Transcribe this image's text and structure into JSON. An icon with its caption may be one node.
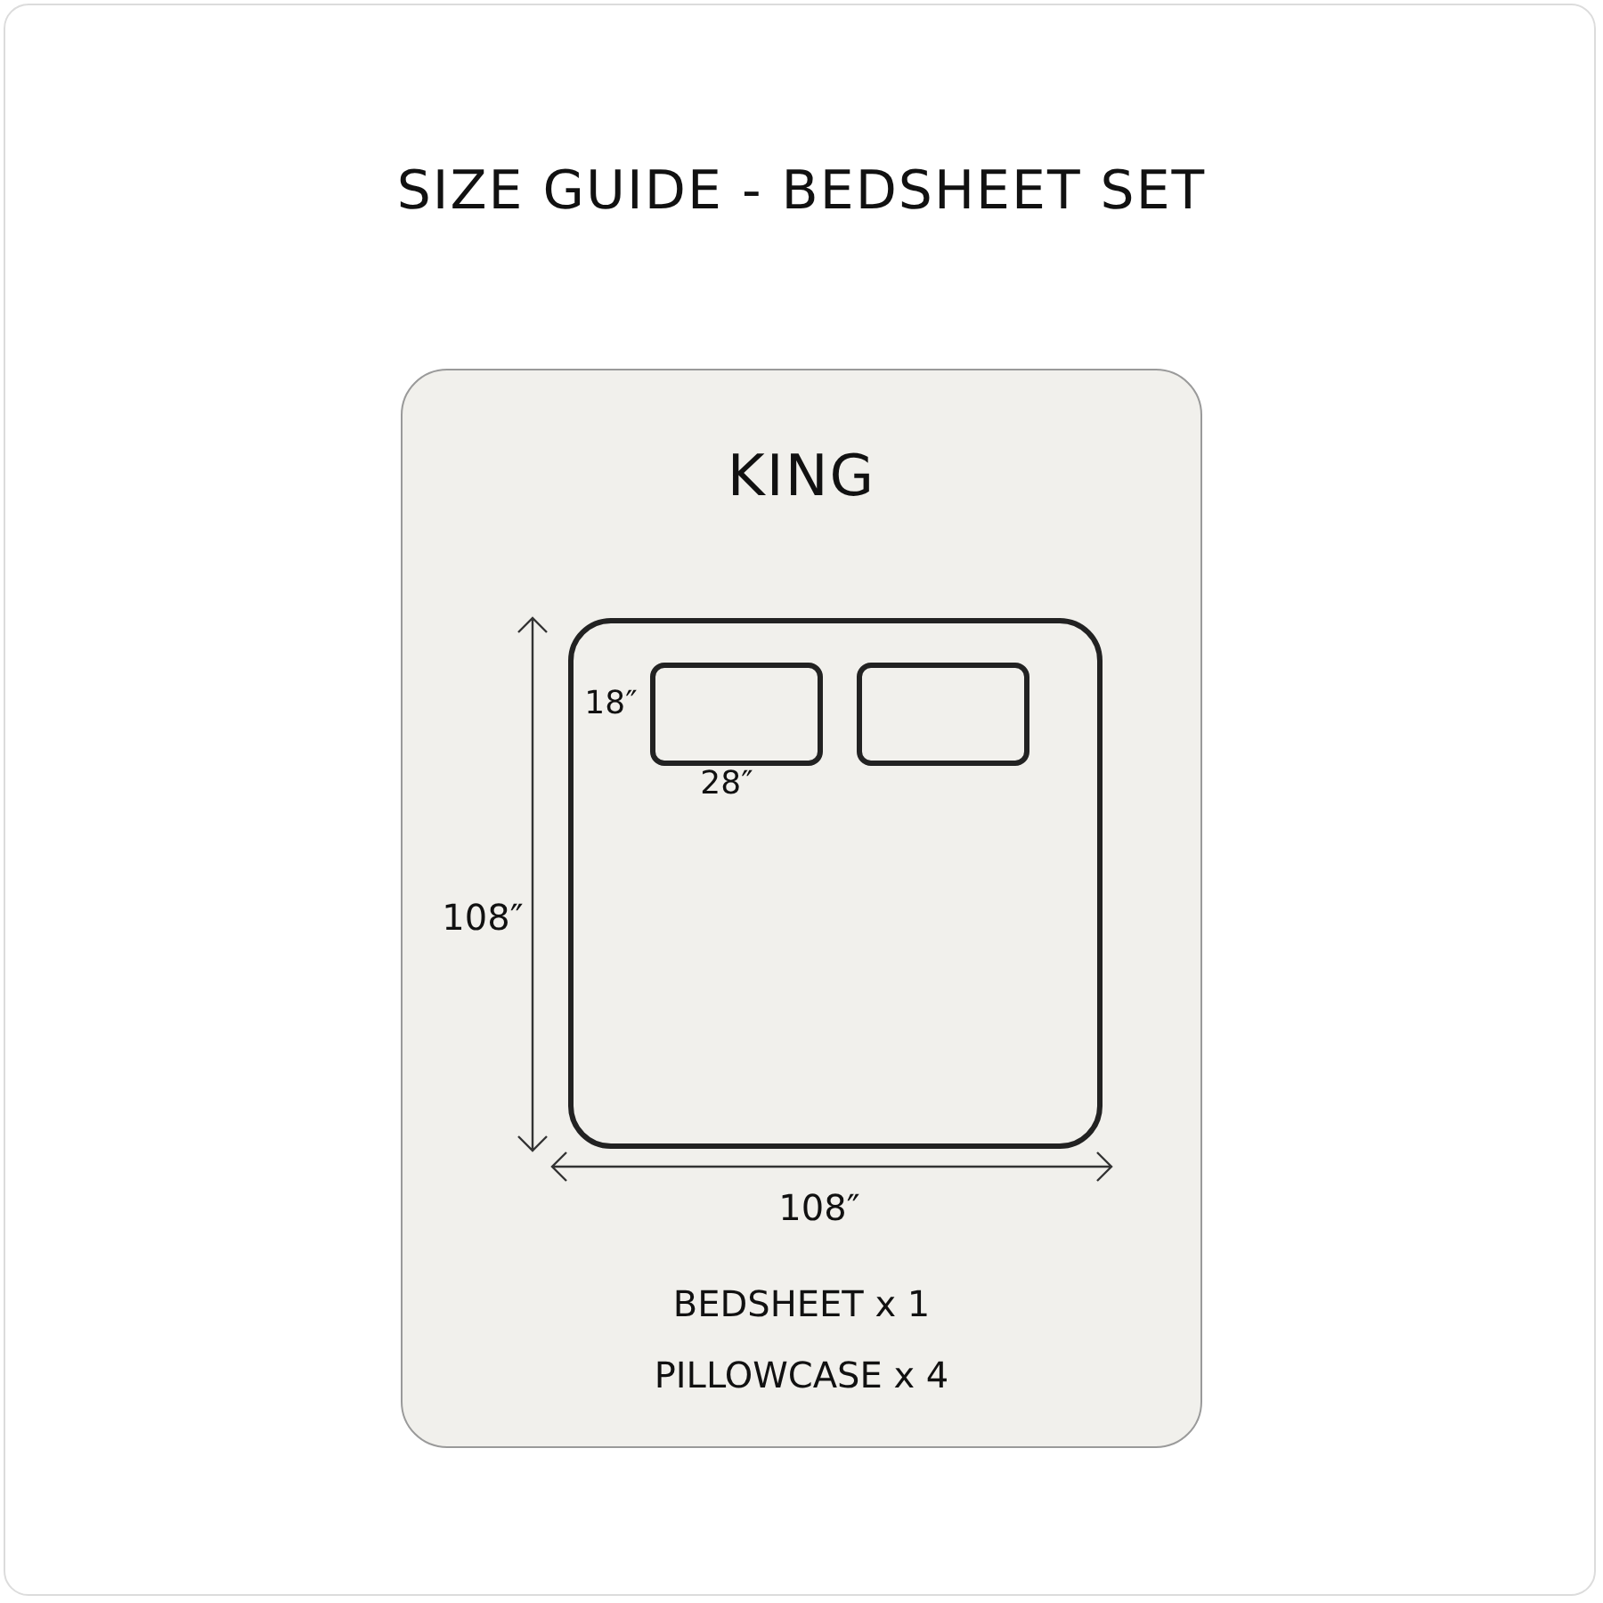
{
  "diagram": {
    "title": "SIZE GUIDE - BEDSHEET SET",
    "nodes": [
      {
        "text": [
          "KING"
        ]
      },
      {
        "text": [],
        "shape": "box",
        "in": 0
      },
      {
        "text": [],
        "shape": "box",
        "in": 1
      },
      {
        "text": [],
        "shape": "box",
        "in": 1
      }
    ],
    "edges": [],
    "labels": [
      "18″",
      "28″",
      "108″",
      "108″",
      "BEDSHEET x 1",
      "PILLOWCASE x 4"
    ]
  }
}
